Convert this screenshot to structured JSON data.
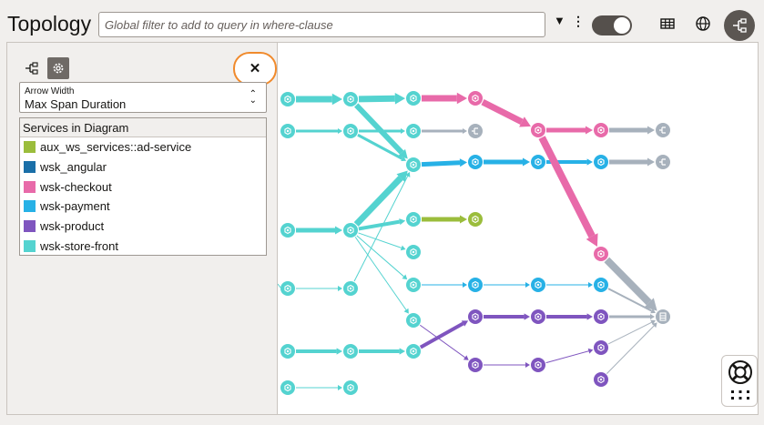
{
  "header": {
    "title": "Topology",
    "filter_placeholder": "Global filter to add to query in where-clause",
    "filter_value": "",
    "caret": "▼",
    "more": "⋮"
  },
  "sidebar": {
    "close_label": "✕",
    "arrow_width": {
      "label": "Arrow Width",
      "value": "Max Span Duration"
    },
    "legend": {
      "title": "Services in Diagram",
      "items": [
        {
          "label": "aux_ws_services::ad-service",
          "color": "#9bbd3c"
        },
        {
          "label": "wsk_angular",
          "color": "#1a6fa8"
        },
        {
          "label": "wsk-checkout",
          "color": "#e86aa9"
        },
        {
          "label": "wsk-payment",
          "color": "#27b1e6"
        },
        {
          "label": "wsk-product",
          "color": "#7f55bf"
        },
        {
          "label": "wsk-store-front",
          "color": "#54d3d0"
        }
      ]
    }
  },
  "graph": {
    "colors": {
      "store-front": "#54d3d0",
      "checkout": "#e86aa9",
      "payment": "#27b1e6",
      "product": "#7f55bf",
      "ad-service": "#9bbd3c",
      "external": "#a7b1bc"
    }
  }
}
